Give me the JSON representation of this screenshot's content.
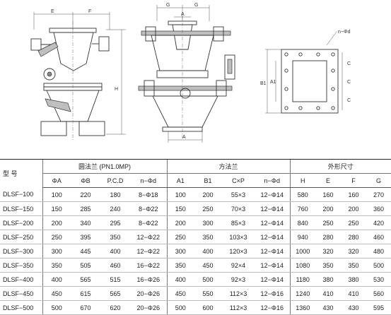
{
  "drawing": {
    "front_view": {
      "labels": {
        "e": "E",
        "f": "F",
        "h": "H"
      }
    },
    "side_view": {
      "labels": {
        "g": "G",
        "a_top": "A",
        "a_bottom": "A"
      }
    },
    "flange_view": {
      "labels": {
        "hole": "n−Φd",
        "b1": "B1",
        "a1": "A1",
        "c": [
          "C",
          "C",
          "C"
        ]
      }
    }
  },
  "table": {
    "model_header": "型 号",
    "groups": [
      {
        "label": "圆法兰 (PN1.0MP)",
        "cols": [
          "ΦA",
          "ΦB",
          "P.C.D",
          "n−Φd"
        ]
      },
      {
        "label": "方法兰",
        "cols": [
          "A1",
          "B1",
          "C×P",
          "n−Φd"
        ]
      },
      {
        "label": "外形尺寸",
        "cols": [
          "H",
          "E",
          "F",
          "G"
        ]
      }
    ],
    "rows": [
      [
        "DLSF−100",
        "100",
        "220",
        "180",
        "8−Φ18",
        "100",
        "200",
        "55×3",
        "12−Φ14",
        "580",
        "160",
        "160",
        "270"
      ],
      [
        "DLSF−150",
        "150",
        "285",
        "240",
        "8−Φ22",
        "150",
        "250",
        "70×3",
        "12−Φ14",
        "760",
        "200",
        "200",
        "360"
      ],
      [
        "DLSF−200",
        "200",
        "340",
        "295",
        "8−Φ22",
        "200",
        "300",
        "85×3",
        "12−Φ14",
        "840",
        "250",
        "250",
        "420"
      ],
      [
        "DLSF−250",
        "250",
        "395",
        "350",
        "12−Φ22",
        "250",
        "350",
        "103×3",
        "12−Φ14",
        "940",
        "280",
        "280",
        "460"
      ],
      [
        "DLSF−300",
        "300",
        "445",
        "400",
        "12−Φ22",
        "300",
        "400",
        "120×3",
        "12−Φ14",
        "1000",
        "320",
        "320",
        "480"
      ],
      [
        "DLSF−350",
        "350",
        "505",
        "460",
        "16−Φ22",
        "350",
        "450",
        "92×4",
        "12−Φ14",
        "1080",
        "350",
        "350",
        "500"
      ],
      [
        "DLSF−400",
        "400",
        "565",
        "515",
        "16−Φ26",
        "400",
        "500",
        "92×3",
        "12−Φ14",
        "1180",
        "380",
        "380",
        "530"
      ],
      [
        "DLSF−450",
        "450",
        "615",
        "565",
        "20−Φ26",
        "450",
        "550",
        "112×3",
        "12−Φ16",
        "1240",
        "410",
        "410",
        "560"
      ],
      [
        "DLSF−500",
        "500",
        "670",
        "620",
        "20−Φ26",
        "500",
        "600",
        "112×3",
        "12−Φ16",
        "1360",
        "430",
        "430",
        "595"
      ]
    ]
  }
}
